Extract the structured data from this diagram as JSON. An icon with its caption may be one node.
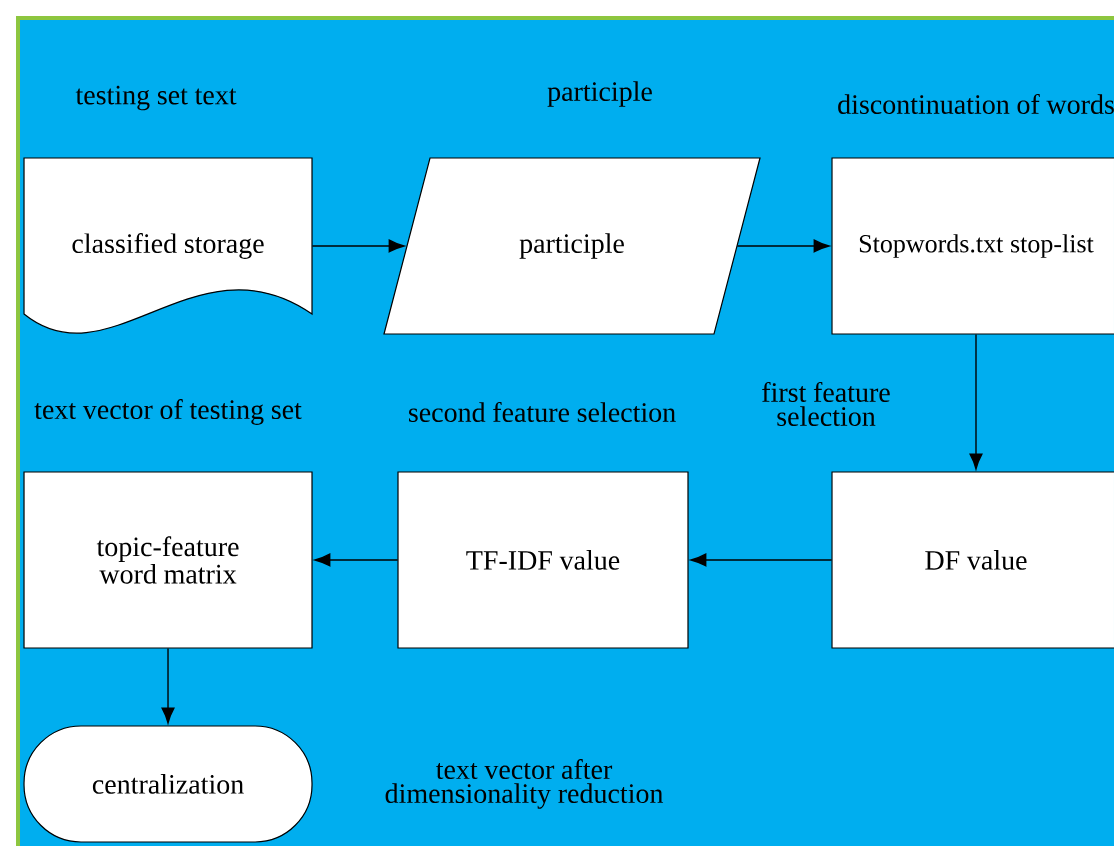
{
  "diagram": {
    "nodes": [
      {
        "text": [
          "testing set text",
          "classified storage"
        ]
      },
      {
        "text": [
          "participle",
          "participle"
        ]
      },
      {
        "text": [
          "discontinuation of words",
          "Stopwords.txt stop-list"
        ]
      },
      {
        "text": [
          "first feature selection",
          "DF value"
        ]
      },
      {
        "text": [
          "second feature selection",
          "TF-IDF value"
        ]
      },
      {
        "text": [
          "text vector of testing set",
          "topic-feature word matrix"
        ]
      },
      {
        "text": [
          "centralization"
        ],
        "beside": [
          "text vector after dimensionality reduction"
        ]
      }
    ],
    "edges": [
      {
        "from": 0,
        "to": 1,
        "arrow": "to"
      },
      {
        "from": 1,
        "to": 2,
        "arrow": "to"
      },
      {
        "from": 2,
        "to": 3,
        "arrow": "to"
      },
      {
        "from": 3,
        "to": 4,
        "arrow": "to"
      },
      {
        "from": 4,
        "to": 5,
        "arrow": "to"
      },
      {
        "from": 5,
        "to": 6,
        "arrow": "to"
      }
    ]
  }
}
